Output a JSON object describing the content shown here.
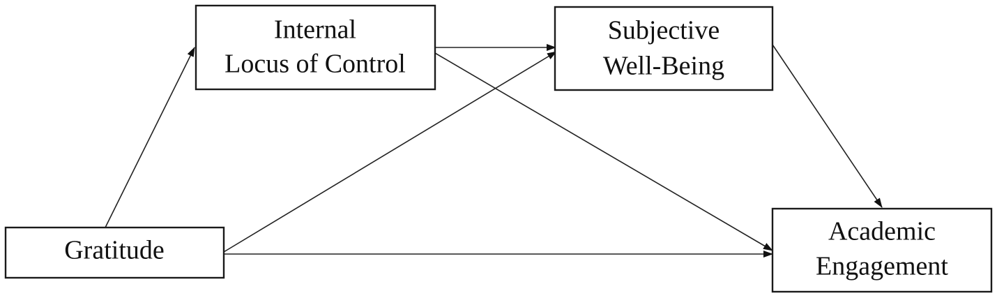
{
  "diagram": {
    "type": "path-model",
    "nodes": [
      {
        "id": "gratitude",
        "lines": [
          "Gratitude"
        ]
      },
      {
        "id": "ilc",
        "lines": [
          "Internal",
          "Locus of Control"
        ]
      },
      {
        "id": "swb",
        "lines": [
          "Subjective",
          "Well-Being"
        ]
      },
      {
        "id": "ae",
        "lines": [
          "Academic",
          "Engagement"
        ]
      }
    ],
    "edges": [
      {
        "from": "gratitude",
        "to": "ilc"
      },
      {
        "from": "gratitude",
        "to": "swb"
      },
      {
        "from": "gratitude",
        "to": "ae"
      },
      {
        "from": "ilc",
        "to": "swb"
      },
      {
        "from": "ilc",
        "to": "ae"
      },
      {
        "from": "swb",
        "to": "ae"
      }
    ]
  },
  "colors": {
    "stroke": "#1a1a1a",
    "text": "#111111",
    "background": "#ffffff"
  }
}
